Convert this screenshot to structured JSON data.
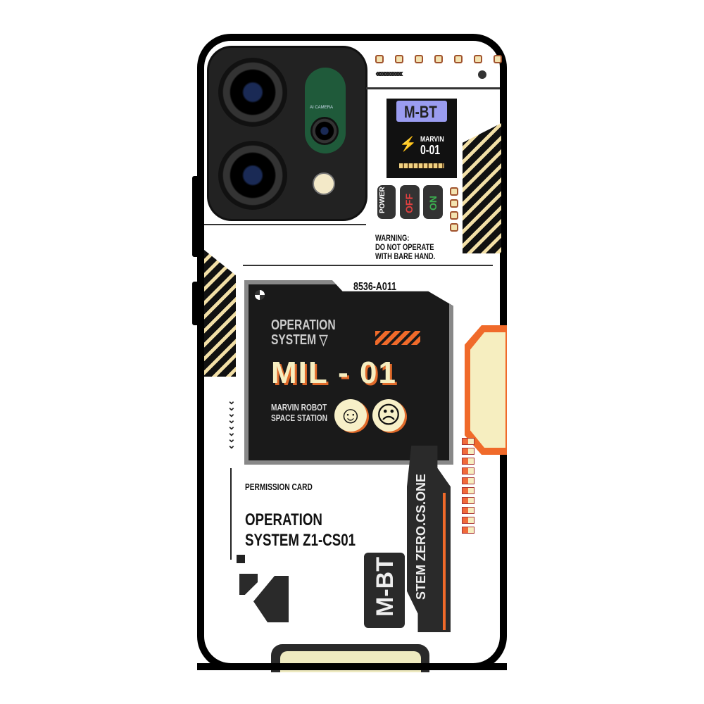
{
  "camera": {
    "label": "AI CAMERA"
  },
  "top_badge": {
    "code": "M-BT",
    "name": "MARVIN",
    "id": "0-01"
  },
  "switches": {
    "power": "POWER",
    "off": "OFF",
    "on": "ON"
  },
  "warning": {
    "line1": "WARNING:",
    "line2": "DO NOT OPERATE",
    "line3": "WITH BARE HAND."
  },
  "main_panel": {
    "serial": "8536-A011",
    "heading_line1": "OPERATION",
    "heading_line2": "SYSTEM",
    "model": "MIL - 01",
    "sub_line1": "MARVIN ROBOT",
    "sub_line2": "SPACE STATION",
    "happy_face": "☺",
    "sad_face": "☹"
  },
  "permission": {
    "title": "PERMISSION CARD",
    "line1": "OPERATION",
    "line2": "SYSTEM Z1-CS01"
  },
  "side_tag": {
    "text": "M-BT"
  },
  "vertical_bar": {
    "text": "STEM ZERO.CS.ONE"
  },
  "colors": {
    "accent": "#f06a2a",
    "cream": "#f6eec0",
    "badge_blue": "#9a9cf0",
    "off_red": "#e04040",
    "on_green": "#3cb050"
  }
}
